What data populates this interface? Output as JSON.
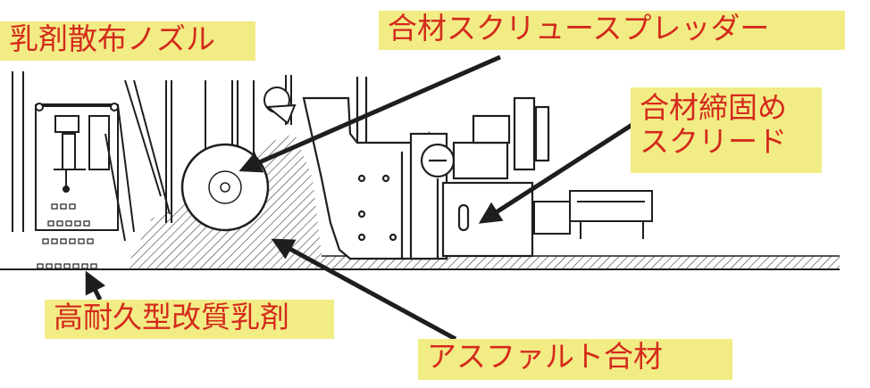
{
  "colors": {
    "label_background": "#f2ec85",
    "label_text": "#d42a1c",
    "line": "#1e1e1e",
    "hatch": "#3a3a3a"
  },
  "labels": {
    "emulsion_nozzle": "乳剤散布ノズル",
    "screw_spreader": "合材スクリュースプレッダー",
    "screed_line1": "合材締固め",
    "screed_line2": "スクリード",
    "high_durability_emulsion": "高耐久型改質乳剤",
    "asphalt_mix": "アスファルト合材"
  },
  "icons": {
    "arrow": "arrow-head",
    "auger": "screw-auger",
    "nozzle": "spray-nozzle"
  }
}
